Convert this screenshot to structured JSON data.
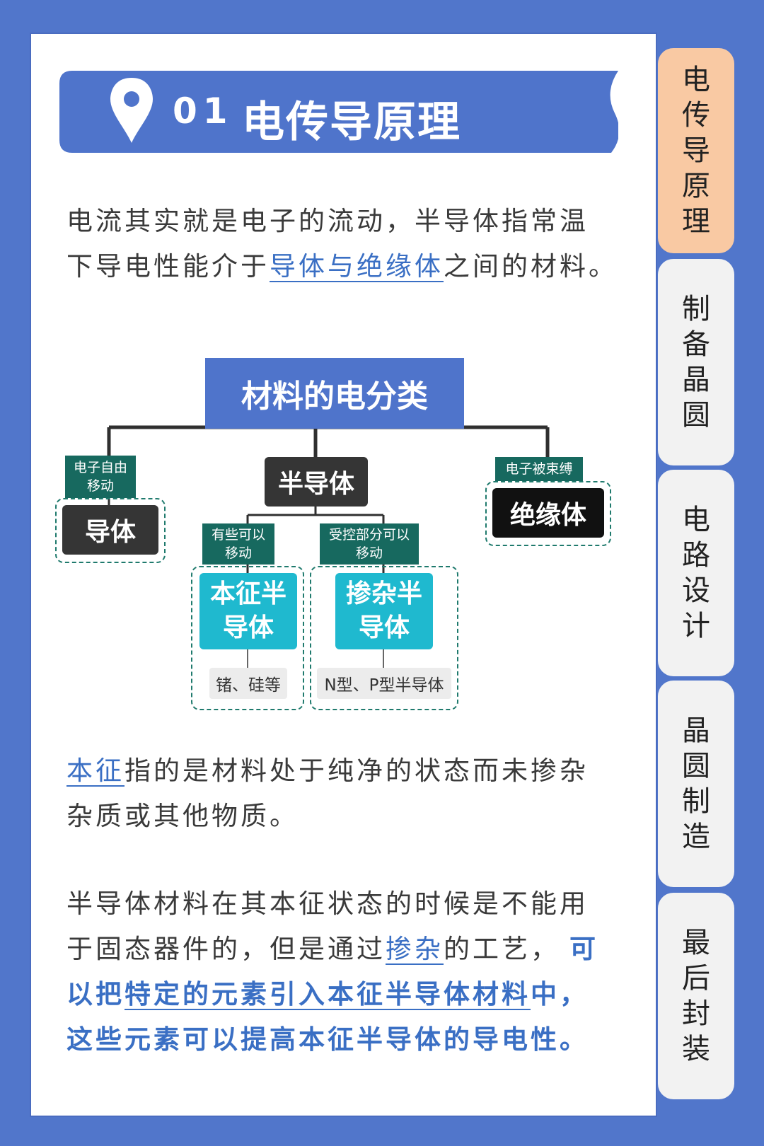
{
  "header": {
    "number": "01",
    "title": "电传导原理"
  },
  "intro": {
    "line1": "电流其实就是电子的流动，半导体指常温",
    "line2_pre": "下导电性能介于",
    "line2_link": "导体与绝缘体",
    "line2_post": "之间的材料。"
  },
  "diagram": {
    "root": "材料的电分类",
    "conductor": {
      "tag": [
        "电子自由",
        "移动"
      ],
      "label": "导体"
    },
    "semiconductor": {
      "label": "半导体"
    },
    "insulator": {
      "tag": "电子被束缚",
      "label": "绝缘体"
    },
    "intrinsic": {
      "tag": [
        "有些可以",
        "移动"
      ],
      "label": [
        "本征半",
        "导体"
      ],
      "example": "锗、硅等"
    },
    "doped": {
      "tag": [
        "受控部分可以",
        "移动"
      ],
      "label": [
        "掺杂半",
        "导体"
      ],
      "example": "N型、P型半导体"
    }
  },
  "para2": {
    "link": "本征",
    "line1_rest": "指的是材料处于纯净的状态而未掺杂",
    "line2": "杂质或其他物质。"
  },
  "para3": {
    "line1": "半导体材料在其本征状态的时候是不能用",
    "line2_pre": "于固态器件的，但是通过",
    "line2_link": "掺杂",
    "line2_mid": "的工艺，",
    "line2_bold": "可",
    "line3_pre": "以把",
    "line3_bold_link": "特定的元素引入本征半导体材料",
    "line3_post": "中，",
    "line4": "这些元素可以提高本征半导体的导电性。"
  },
  "tabs": [
    {
      "label": "电传导原理",
      "active": true
    },
    {
      "label": "制备晶圆",
      "active": false
    },
    {
      "label": "电路设计",
      "active": false
    },
    {
      "label": "晶圆制造",
      "active": false
    },
    {
      "label": "最后封装",
      "active": false
    }
  ],
  "colors": {
    "background": "#5176cb",
    "accent": "#3a6fc4",
    "active_tab": "#f9c9a3",
    "teal": "#17695f",
    "cyan": "#1fb9cf"
  }
}
